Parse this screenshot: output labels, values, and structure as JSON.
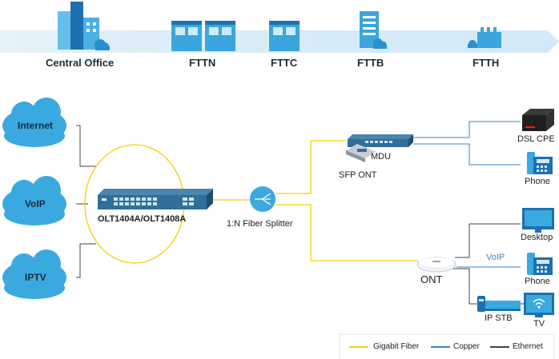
{
  "stages": [
    "Central Office",
    "FTTN",
    "FTTC",
    "FTTB",
    "FTTH"
  ],
  "services": [
    "Internet",
    "VoIP",
    "IPTV"
  ],
  "olt_label": "OLT1404A/OLT1408A",
  "splitter_label": "1:N Fiber Splitter",
  "mdu_label": "MDU",
  "sfp_label": "SFP ONT",
  "ont_label": "ONT",
  "voip_link_label": "VoIP",
  "devices": {
    "dsl": "DSL CPE",
    "phone1": "Phone",
    "desktop": "Desktop",
    "phone2": "Phone",
    "stb": "IP STB",
    "tv": "TV"
  },
  "legend": [
    "Gigabit Fiber",
    "Copper",
    "Ethernet"
  ],
  "colors": {
    "fiber": "#f5d000",
    "copper": "#3a86c8",
    "ethernet": "#444444",
    "cloud": "#3aa9e0",
    "band": "#cfe6f5",
    "building": "#3aa6dd"
  }
}
